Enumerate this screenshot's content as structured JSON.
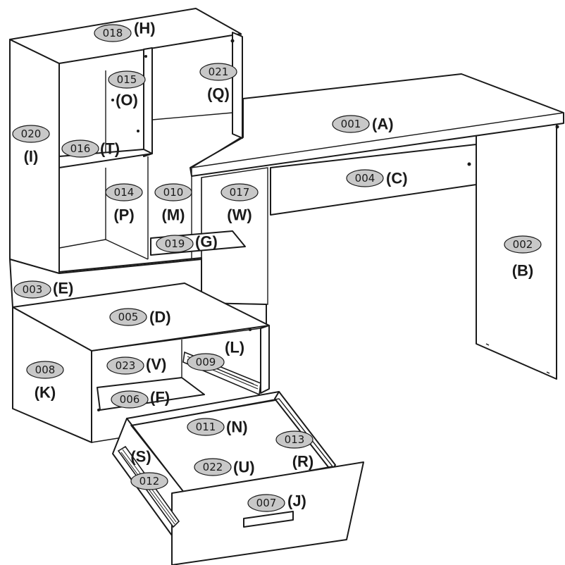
{
  "parts": [
    {
      "code": "018",
      "letter": "(H)"
    },
    {
      "code": "015",
      "letter": "(O)"
    },
    {
      "code": "021",
      "letter": "(Q)"
    },
    {
      "code": "001",
      "letter": "(A)"
    },
    {
      "code": "020",
      "letter": "(I)"
    },
    {
      "code": "016",
      "letter": "(T)"
    },
    {
      "code": "004",
      "letter": "(C)"
    },
    {
      "code": "014",
      "letter": "(P)"
    },
    {
      "code": "010",
      "letter": "(M)"
    },
    {
      "code": "017",
      "letter": "(W)"
    },
    {
      "code": "019",
      "letter": "(G)"
    },
    {
      "code": "002",
      "letter": "(B)"
    },
    {
      "code": "003",
      "letter": "(E)"
    },
    {
      "code": "005",
      "letter": "(D)"
    },
    {
      "code": "009",
      "letter": "(L)"
    },
    {
      "code": "008",
      "letter": "(K)"
    },
    {
      "code": "023",
      "letter": "(V)"
    },
    {
      "code": "006",
      "letter": "(F)"
    },
    {
      "code": "011",
      "letter": "(N)"
    },
    {
      "code": "013",
      "letter": "(R)"
    },
    {
      "code": "012",
      "letter": "(S)"
    },
    {
      "code": "022",
      "letter": "(U)"
    },
    {
      "code": "007",
      "letter": "(J)"
    }
  ]
}
